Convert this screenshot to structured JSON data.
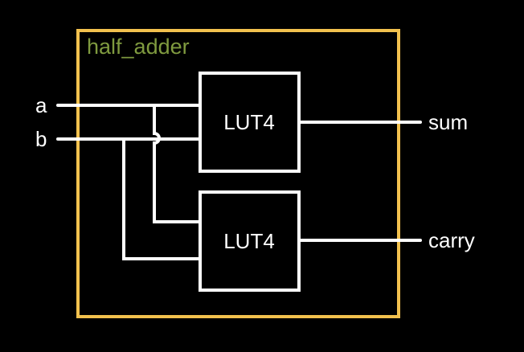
{
  "module": {
    "name": "half_adder",
    "border_color": "#f2c14e",
    "label_color": "#7f9a3f"
  },
  "inputs": {
    "a": "a",
    "b": "b"
  },
  "outputs": {
    "sum": "sum",
    "carry": "carry"
  },
  "luts": [
    {
      "label": "LUT4"
    },
    {
      "label": "LUT4"
    }
  ],
  "colors": {
    "background": "#000000",
    "wire": "#ffffff"
  }
}
